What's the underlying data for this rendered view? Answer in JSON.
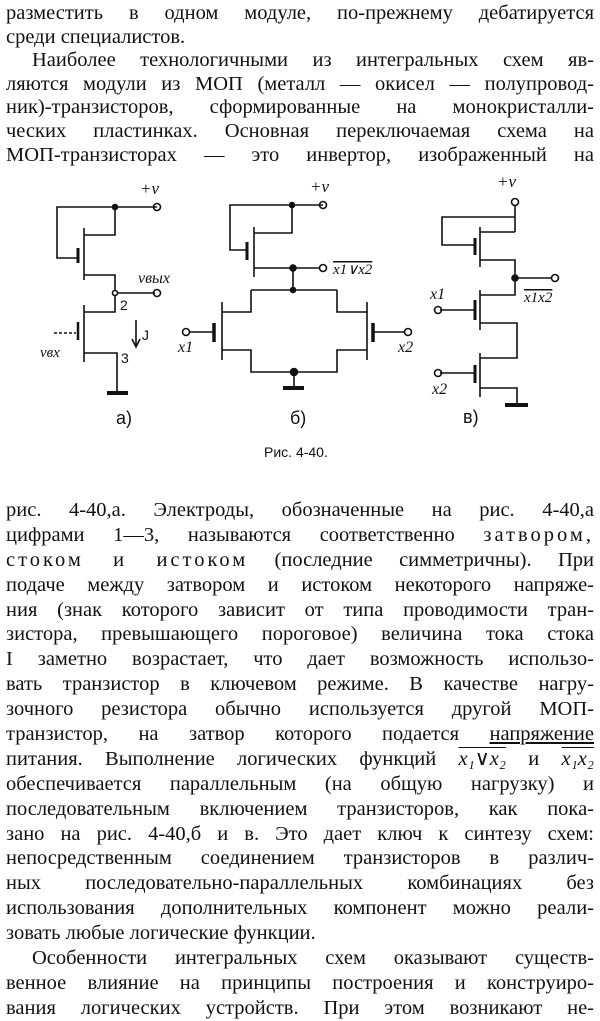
{
  "top_text": [
    "разместить в одном модуле, по-прежнему дебатируется",
    "среди специалистов.",
    "Наиболее технологичными из интегральных схем яв-",
    "ляются модули из МОП (металл — окисел — полупровод-",
    "ник)-транзисторов, сформированные на монокристалли-",
    "ческих пластинках. Основная переключаемая схема на",
    "МОП-транзисторах — это инвертор, изображенный на"
  ],
  "figure": {
    "supply": "+v",
    "a_out": "vвых",
    "a_in": "vвх",
    "a_node2": "2",
    "a_node3": "3",
    "a_current": "J",
    "b_out": "x1∨x2",
    "c_out": "x1x2",
    "x1": "x1",
    "x2": "x2",
    "label_a": "а)",
    "label_b": "б)",
    "label_c": "в)",
    "caption": "Рис. 4-40."
  },
  "bottom_text": {
    "l1": "рис. 4-40,а. Электроды, обозначенные на рис. 4-40,а",
    "l2a": "цифрами 1—3, называются соответственно ",
    "l2b": "затвором,",
    "l3a": "стоком и истоком",
    "l3b": " (последние симметричны). При",
    "l4": "подаче между затвором и истоком некоторого напряже-",
    "l5": "ния (знак которого зависит от типа проводимости тран-",
    "l6": "зистора, превышающего пороговое) величина тока стока",
    "l7": "I заметно возрастает, что дает возможность использо-",
    "l8": "вать транзистор в ключевом режиме. В качестве нагру-",
    "l9": "зочного резистора обычно используется другой МОП-",
    "l10a": "транзистор, на затвор которого подается ",
    "l10b": "напряжение",
    "l11a": "питания. Выполнение логических функций ",
    "l11b": "x₁∨x₂",
    "l11c": " и ",
    "l11d": "x₁x₂",
    "l12": "обеспечивается параллельным (на общую нагрузку) и",
    "l13": "последовательным включением транзисторов, как пока-",
    "l14": "зано на рис. 4-40,б и в. Это дает ключ к синтезу схем:",
    "l15": "непосредственным соединением транзисторов в различ-",
    "l16": "ных последовательно-параллельных комбинациях без",
    "l17": "использования дополнительных компонент можно реали-",
    "l18": "зовать любые логические функции.",
    "l19": "Особенности интегральных схем оказывают существ-",
    "l20": "венное влияние на принципы построения и конструиро-",
    "l21": "вания логических устройств. При этом возникают не-"
  }
}
